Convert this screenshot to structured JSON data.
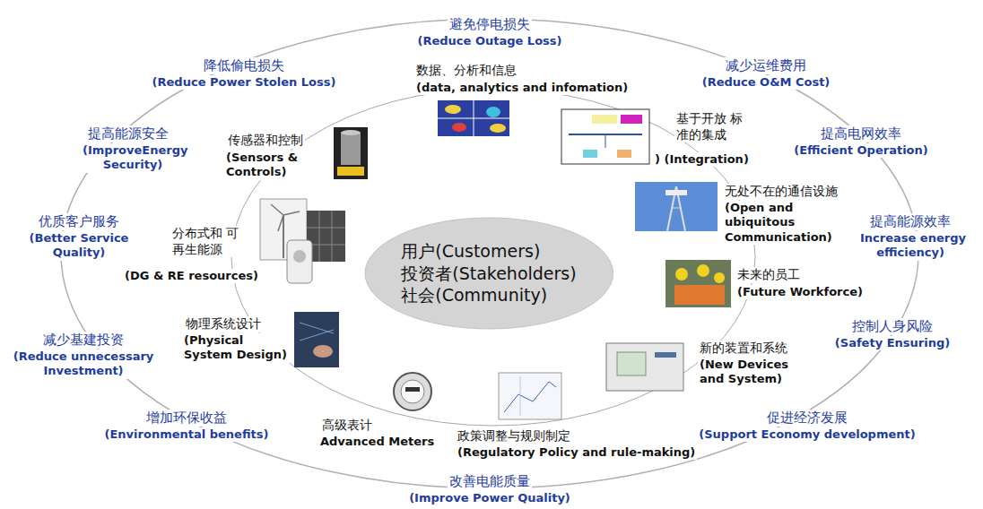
{
  "diagram": {
    "nodes": [
      {
        "text": [
          "用户(Customers)",
          "投资者(Stakeholders)",
          "社会(Community)"
        ]
      }
    ],
    "labels": [
      "避免停电损失",
      "(Reduce Outage Loss)",
      "降低偷电损失",
      "(Reduce Power Stolen Loss)",
      "减少运维费用",
      "(Reduce O&M Cost)",
      "提高能源安全",
      "(ImproveEnergy Security)",
      "提高电网效率",
      "(Efficient Operation)",
      "优质客户服务",
      "(Better Service Quality)",
      "提高能源效率",
      "(Increase energy efficiency)",
      "减少基建投资",
      "(Reduce unnecessary Investment)",
      "控制人身风险",
      "(Safety Ensuring)",
      "增加环保收益",
      "(Environmental benefits)",
      "促进经济发展",
      "(Support Economy development)",
      "改善电能质量",
      "(Improve Power Quality)",
      "数据、分析和信息",
      "(data, analytics and infomation)",
      "传感器和控制",
      "(Sensors & Controls)",
      "基于开放 标准的集成",
      ") (Integration)",
      "无处不在的通信设施",
      "(Open and ubiquitous Communication)",
      "分布式和 可再生能源",
      "(DG & RE resources)",
      "未来的员工",
      "(Future Workforce)",
      "物理系统设计",
      "(Physical System Design)",
      "新的装置和系统",
      "(New Devices and System)",
      "高级表计",
      "Advanced Meters",
      "政策调整与规则制定",
      "(Regulatory Policy and rule-making)"
    ]
  }
}
